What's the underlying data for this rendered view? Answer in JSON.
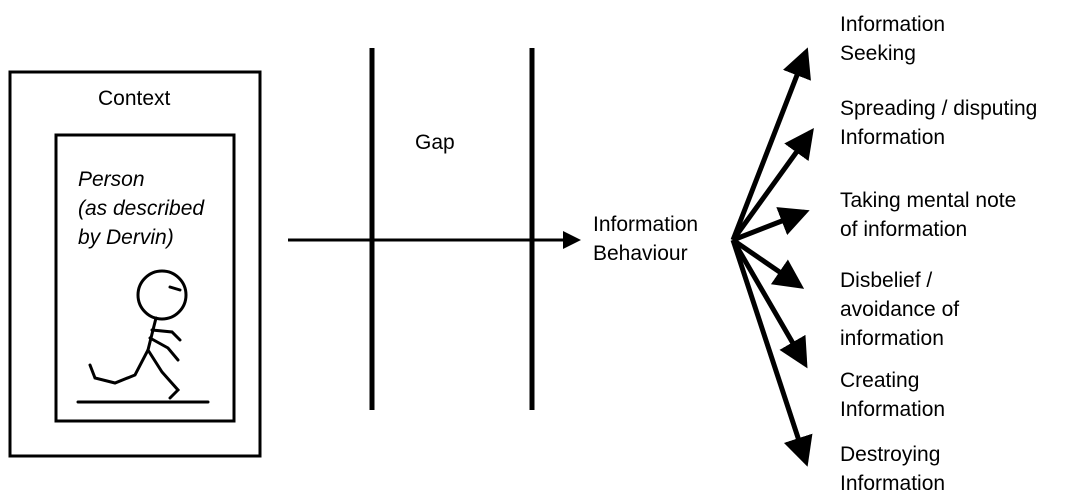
{
  "context": {
    "label": "Context"
  },
  "person": {
    "label": "Person\n(as described\nby Dervin)"
  },
  "gap": {
    "label": "Gap"
  },
  "center": {
    "label": "Information\nBehaviour"
  },
  "outcomes": [
    {
      "label": "Information\nSeeking"
    },
    {
      "label": "Spreading  / disputing\nInformation"
    },
    {
      "label": "Taking mental note\nof information"
    },
    {
      "label": "Disbelief /\navoidance of\ninformation"
    },
    {
      "label": "Creating\nInformation"
    },
    {
      "label": "Destroying\nInformation"
    }
  ],
  "colors": {
    "stroke": "#000000",
    "background": "#ffffff",
    "spellcheck": "#2e9a2e"
  }
}
